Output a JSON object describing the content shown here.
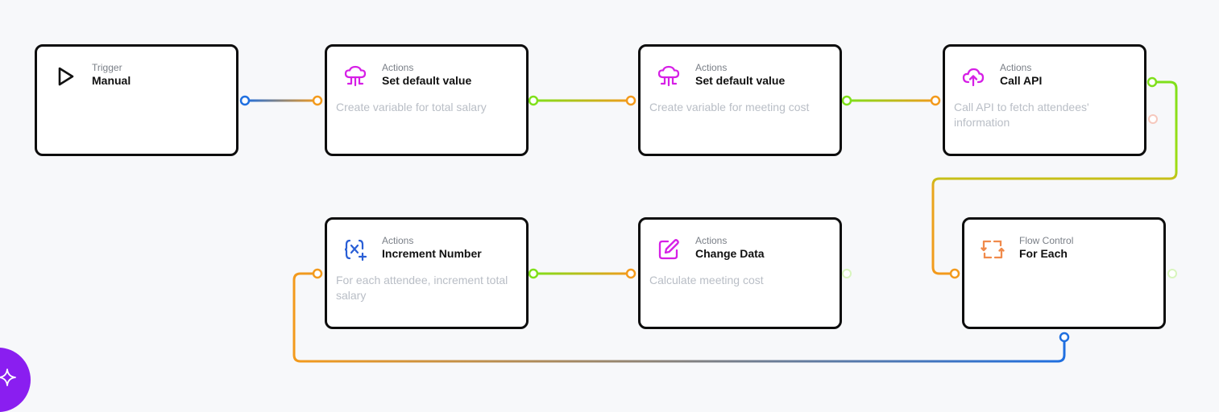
{
  "colors": {
    "blue": "#1f6fe0",
    "orange": "#f39a1c",
    "green": "#7fe01a",
    "magenta": "#d61fe6",
    "node_border": "#0d0d0d",
    "canvas": "#f7f8fa",
    "assistant": "#8a1ef0"
  },
  "nodes": {
    "trigger": {
      "category": "Trigger",
      "title": "Manual",
      "icon": "play-icon"
    },
    "set_total_salary": {
      "category": "Actions",
      "title": "Set default value",
      "description": "Create variable for total salary",
      "icon": "cloud-variable-icon"
    },
    "set_meeting_cost": {
      "category": "Actions",
      "title": "Set default value",
      "description": "Create variable for meeting cost",
      "icon": "cloud-variable-icon"
    },
    "call_api": {
      "category": "Actions",
      "title": "Call API",
      "description": "Call API to fetch attendees' information",
      "icon": "cloud-upload-icon"
    },
    "for_each": {
      "category": "Flow Control",
      "title": "For Each",
      "icon": "loop-icon"
    },
    "increment_number": {
      "category": "Actions",
      "title": "Increment Number",
      "description": "For each attendee, increment total salary",
      "icon": "variable-plus-icon"
    },
    "change_data": {
      "category": "Actions",
      "title": "Change Data",
      "description": "Calculate meeting cost",
      "icon": "edit-icon"
    }
  },
  "assistant": {
    "icon": "sparkle-icon"
  }
}
